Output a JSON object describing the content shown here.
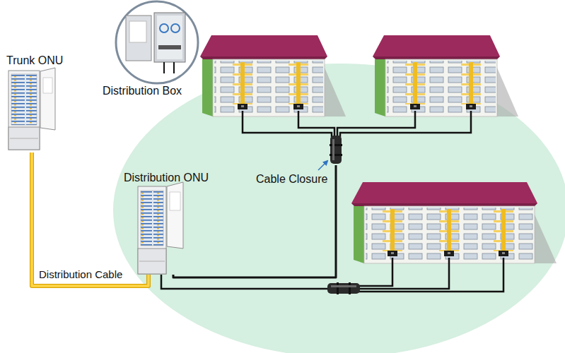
{
  "diagram": {
    "nodes": [
      {
        "text": [
          "Trunk ONU"
        ]
      },
      {
        "text": [
          "Distribution Box"
        ]
      },
      {
        "text": [
          "Distribution ONU"
        ]
      },
      {
        "text": [
          "Cable Closure"
        ]
      }
    ],
    "edges": [
      {
        "from": 0,
        "to": 2,
        "arrow": "none",
        "label": "Distribution Cable"
      },
      {
        "from": 2,
        "to": 3,
        "arrow": "none"
      }
    ]
  }
}
